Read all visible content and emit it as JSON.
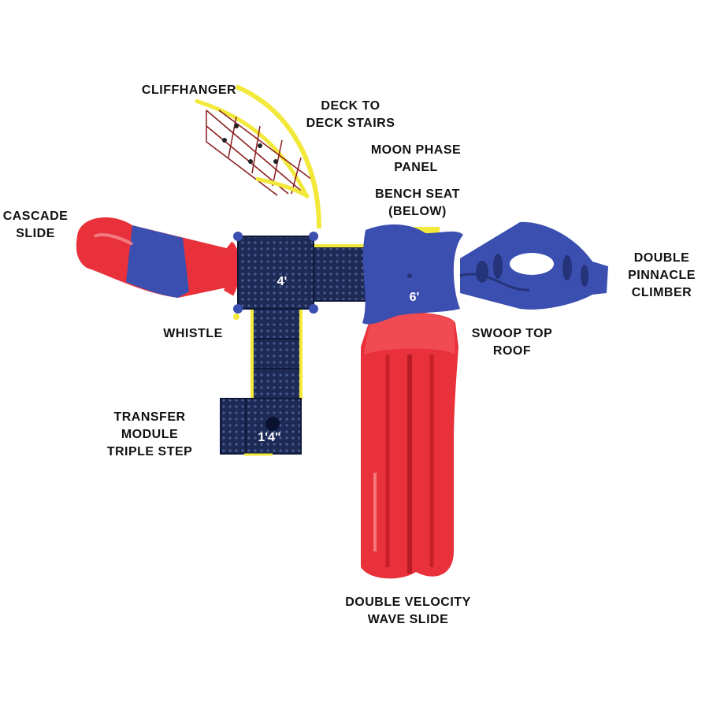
{
  "labels": {
    "cliffhanger": [
      "CLIFFHANGER"
    ],
    "deck_to_deck_stairs": [
      "DECK TO",
      "DECK STAIRS"
    ],
    "moon_phase_panel": [
      "MOON PHASE",
      "PANEL"
    ],
    "bench_seat": [
      "BENCH SEAT",
      "(BELOW)"
    ],
    "cascade_slide": [
      "CASCADE",
      "SLIDE"
    ],
    "double_pinnacle_climber": [
      "DOUBLE",
      "PINNACLE",
      "CLIMBER"
    ],
    "whistle": [
      "WHISTLE"
    ],
    "swoop_top_roof": [
      "SWOOP TOP",
      "ROOF"
    ],
    "transfer_module": [
      "TRANSFER",
      "MODULE",
      "TRIPLE STEP"
    ],
    "double_velocity_wave_slide": [
      "DOUBLE VELOCITY",
      "WAVE SLIDE"
    ]
  },
  "deck_heights": {
    "deck_4": "4'",
    "deck_6": "6'",
    "transfer": "1'4\""
  },
  "colors": {
    "red": "#e8313a",
    "red_dark": "#b81c25",
    "blue": "#3a4fb0",
    "blue_dark": "#24337a",
    "navy_deck": "#1d2a55",
    "yellow": "#f2e93a",
    "net_rope": "#8a1b1b"
  }
}
